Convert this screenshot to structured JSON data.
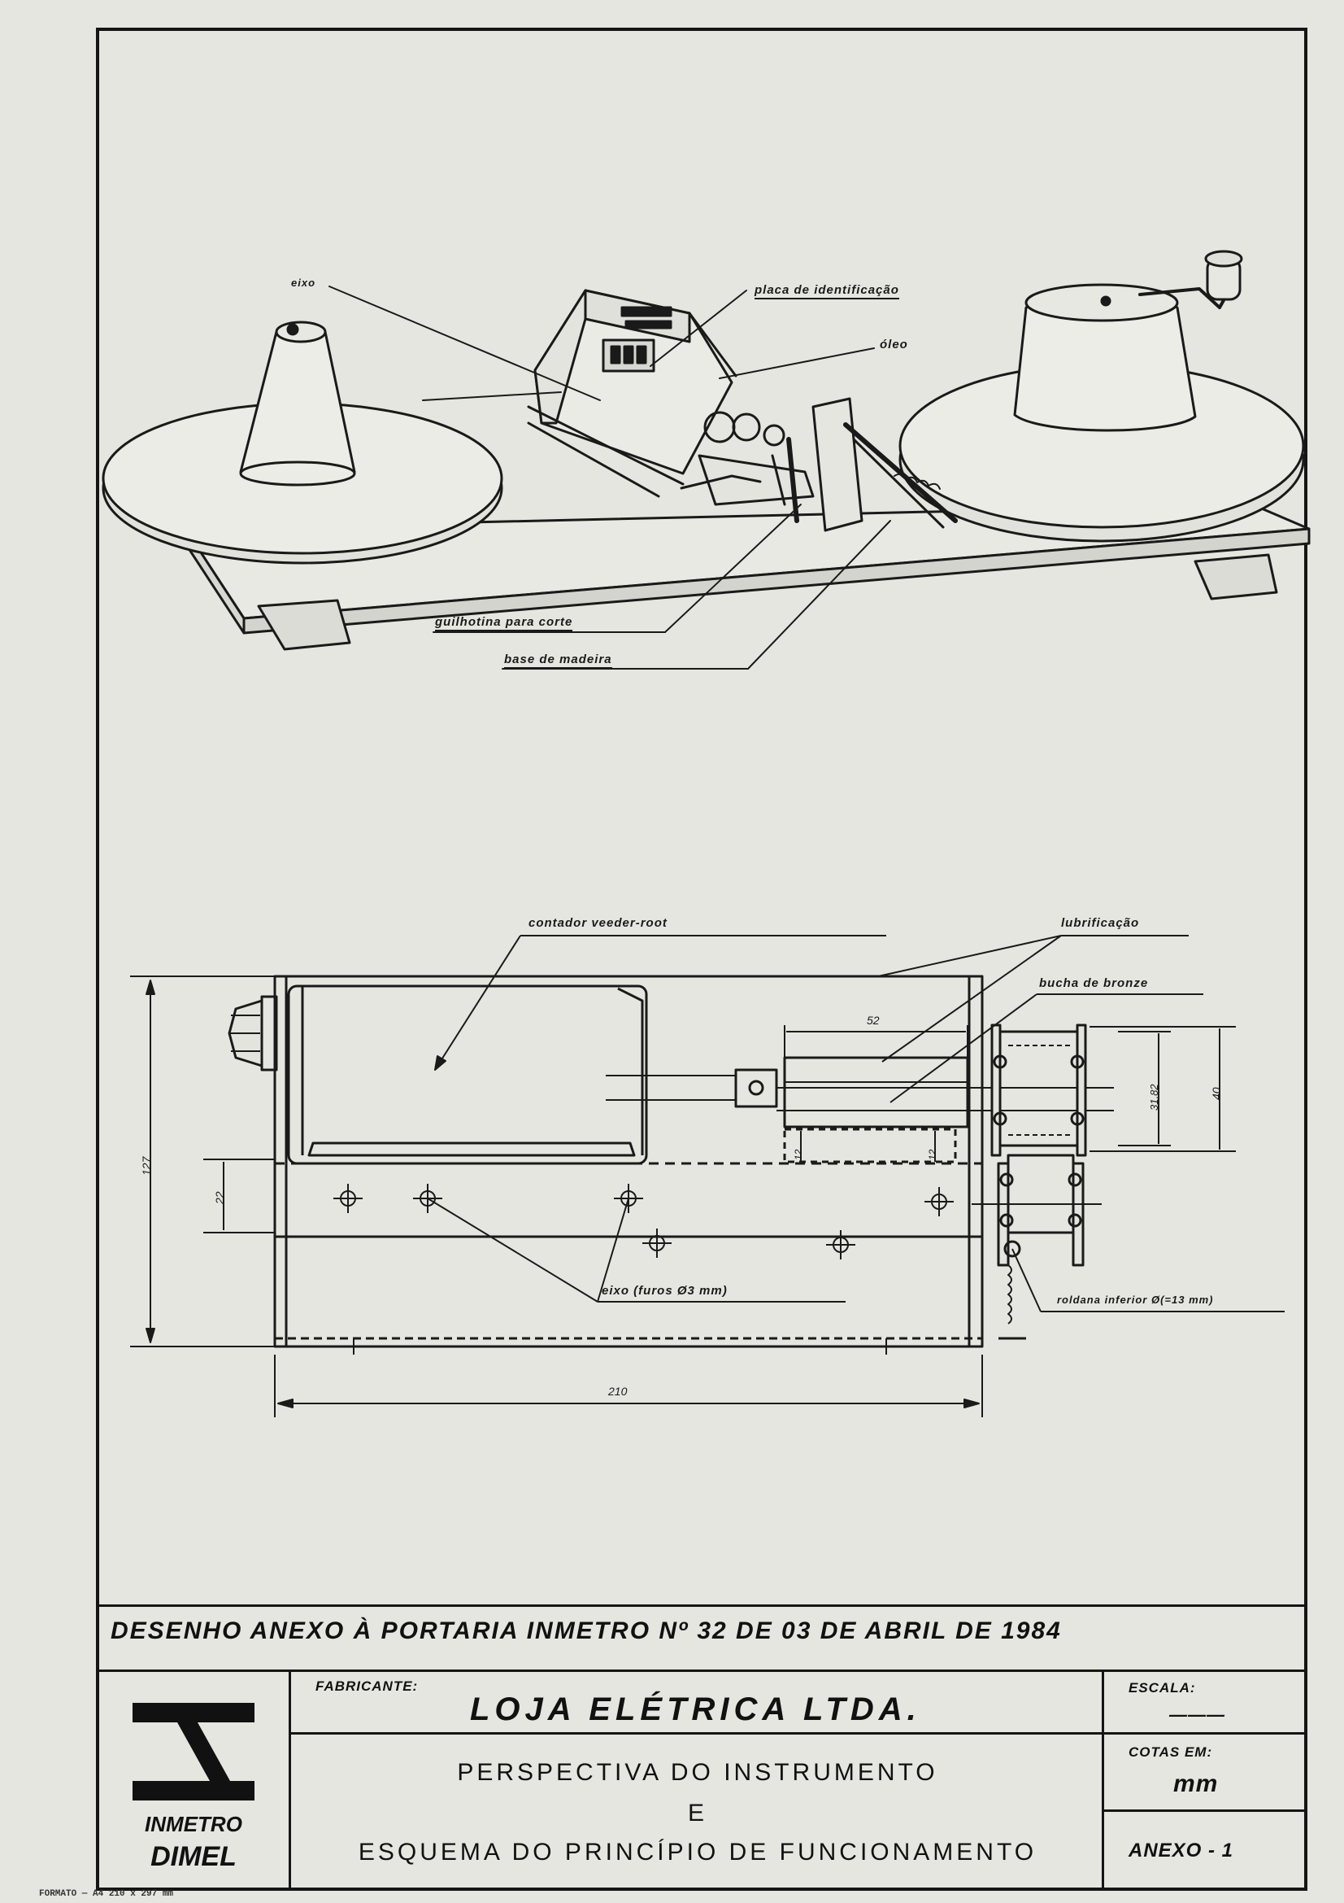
{
  "perspective_labels": {
    "eixo": "eixo",
    "placa": "placa de identificação",
    "oleo": "óleo",
    "guilhotina": "guilhotina para corte",
    "base": "base de madeira"
  },
  "scheme_labels": {
    "contador": "contador veeder-root",
    "lubrificacao": "lubrificação",
    "bucha": "bucha de bronze",
    "eixo_furos": "eixo (furos Ø3 mm)",
    "roldana": "roldana inferior Ø(=13 mm)"
  },
  "dimensions": {
    "d127": "127",
    "d210": "210",
    "d52": "52",
    "d22": "22",
    "d12a": "12",
    "d12b": "12",
    "d3182": "31,82",
    "d40": "40"
  },
  "title_line": "DESENHO ANEXO À PORTARIA INMETRO Nº 32 DE 03 DE ABRIL   DE 1984",
  "title_block": {
    "logo_line1": "INMETRO",
    "logo_line2": "DIMEL",
    "fabricante_label": "FABRICANTE:",
    "fabricante": "LOJA ELÉTRICA LTDA.",
    "desc_line1": "PERSPECTIVA DO INSTRUMENTO",
    "desc_line2": "E",
    "desc_line3": "ESQUEMA DO PRINCÍPIO DE FUNCIONAMENTO",
    "escala_label": "ESCALA:",
    "escala_value": "———",
    "cotas_label": "COTAS EM:",
    "cotas_value": "mm",
    "anexo": "ANEXO - 1"
  },
  "footer": "FORMATO — A4 210 x 297 mm"
}
